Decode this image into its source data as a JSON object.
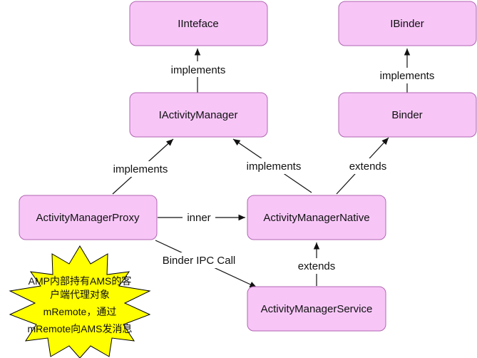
{
  "nodes": {
    "iinterface": "IInteface",
    "ibinder": "IBinder",
    "iactivitymanager": "IActivityManager",
    "binder": "Binder",
    "amp": "ActivityManagerProxy",
    "amn": "ActivityManagerNative",
    "ams": "ActivityManagerService"
  },
  "edges": {
    "iam_iinterface": "implements",
    "binder_ibinder": "implements",
    "amp_iam": "implements",
    "amn_iam": "implements",
    "amn_binder": "extends",
    "amp_amn": "inner",
    "amp_ams": "Binder IPC Call",
    "ams_amn": "extends"
  },
  "note": {
    "lines": [
      "AMP内部持有AMS的客",
      "户端代理对象",
      "mRemote，通过",
      "mRemote向AMS发消息"
    ],
    "colors": {
      "fill": "#ffff00",
      "stroke": "#000000"
    }
  },
  "colors": {
    "box_fill": "#f7c6f7",
    "box_stroke": "#b066b0"
  }
}
